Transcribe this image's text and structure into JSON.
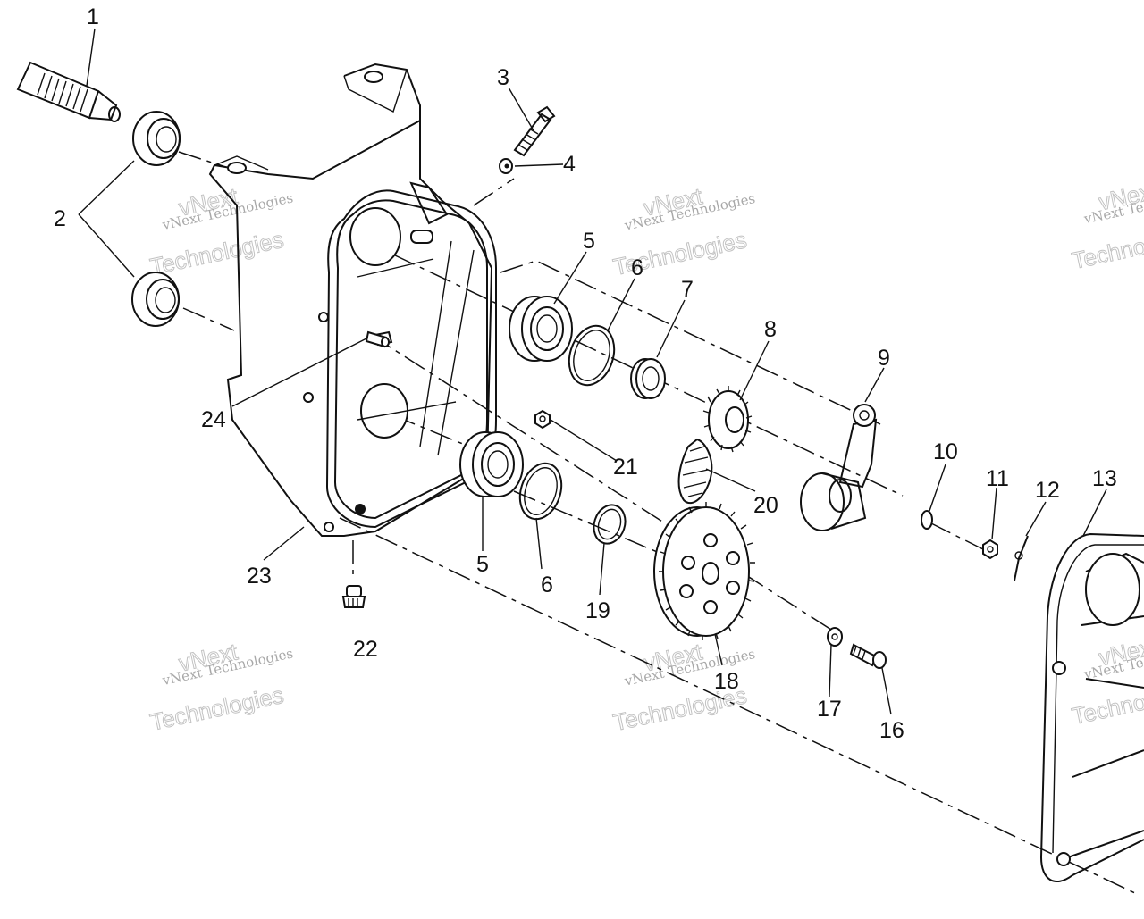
{
  "callouts": {
    "c1": "1",
    "c2": "2",
    "c3": "3",
    "c4": "4",
    "c5a": "5",
    "c5b": "5",
    "c6a": "6",
    "c6b": "6",
    "c7": "7",
    "c8": "8",
    "c9": "9",
    "c10": "10",
    "c11": "11",
    "c12": "12",
    "c13": "13",
    "c16": "16",
    "c17": "17",
    "c18": "18",
    "c19": "19",
    "c20": "20",
    "c21": "21",
    "c22": "22",
    "c23": "23",
    "c24": "24"
  },
  "watermark": {
    "line1": "vNext Technologies",
    "line2": "vNext",
    "line3": "Technologies"
  },
  "colors": {
    "ink": "#111111",
    "paper": "#ffffff",
    "watermark": "#b4b4b4"
  }
}
